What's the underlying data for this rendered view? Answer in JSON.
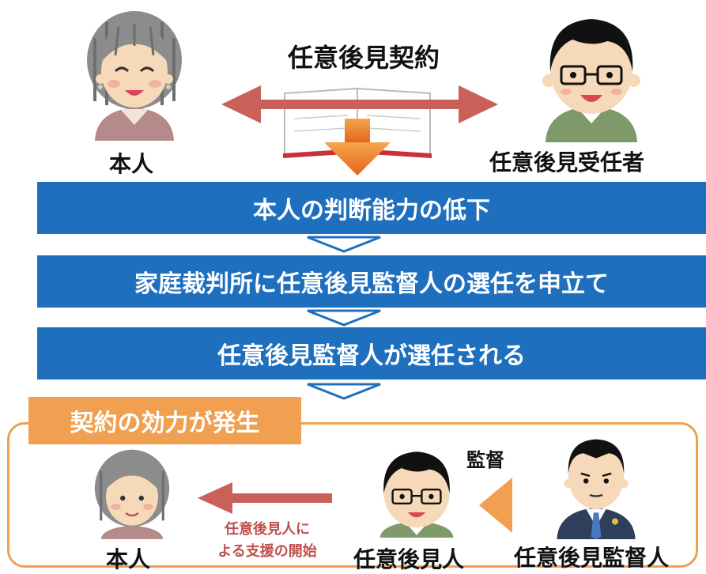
{
  "title": "任意後見契約",
  "left_person": "本人",
  "right_person": "任意後見受任者",
  "steps": [
    "本人の判断能力の低下",
    "家庭裁判所に任意後見監督人の選任を申立て",
    "任意後見監督人が選任される"
  ],
  "effect_tag": "契約の効力が発生",
  "bottom": {
    "person_left": "本人",
    "support_line1": "任意後見人に",
    "support_line2": "よる支援の開始",
    "guardian": "任意後見人",
    "supervise_label": "監督",
    "supervisor": "任意後見監督人"
  },
  "colors": {
    "bar_blue": "#1f6fbf",
    "orange": "#f0a050",
    "red_arrow": "#c0504d",
    "down_arrow": "#e8741a"
  }
}
